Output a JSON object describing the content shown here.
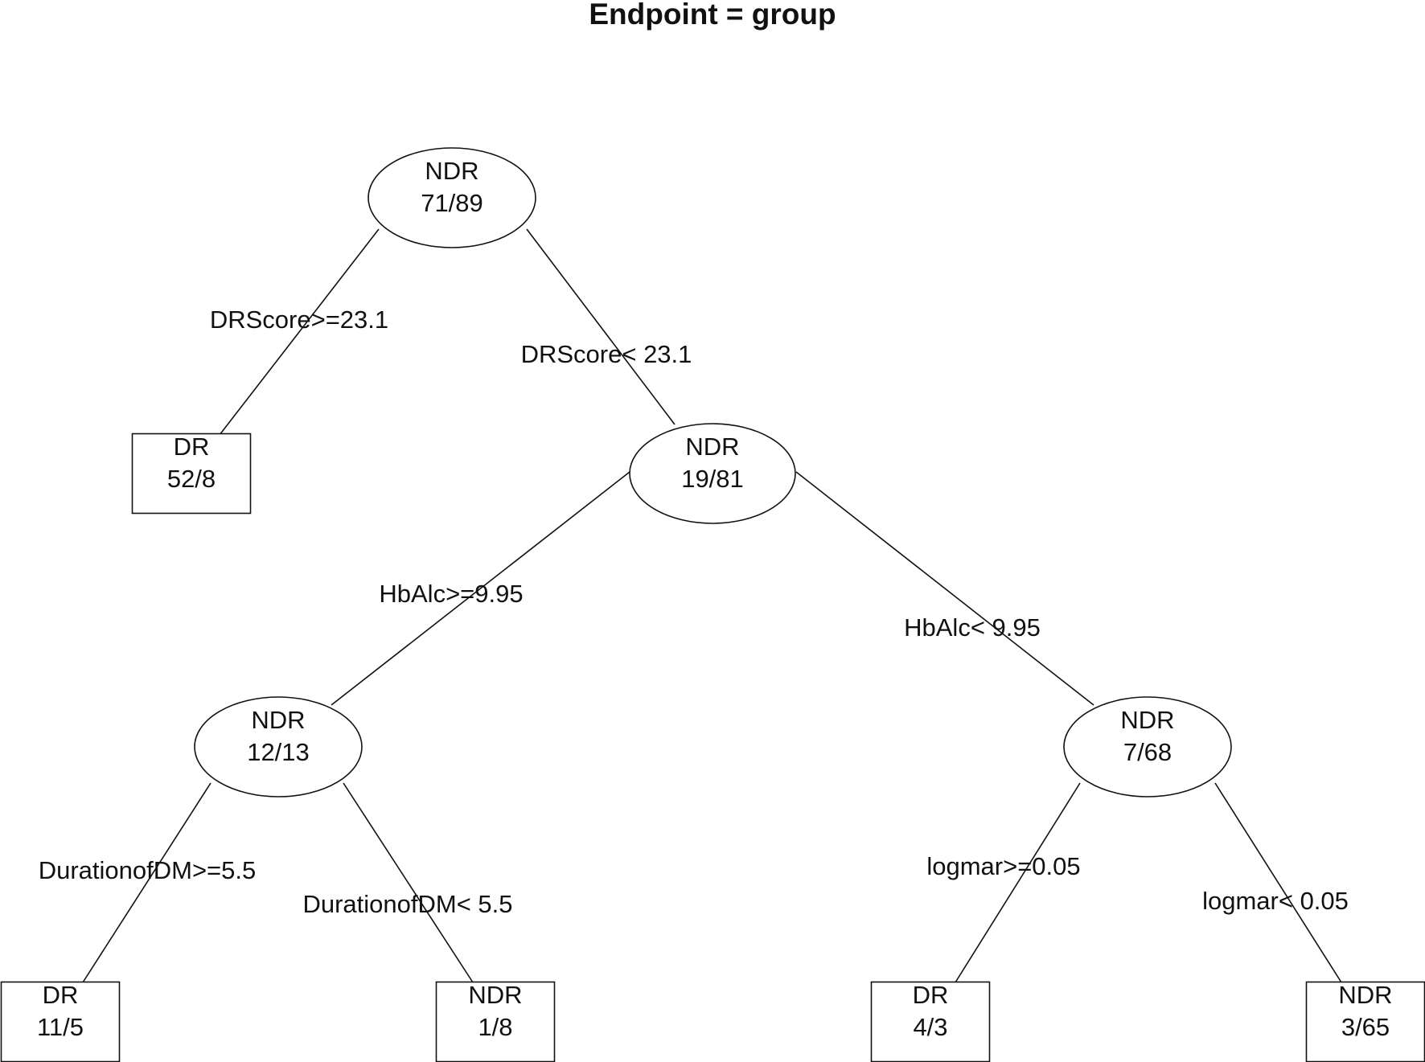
{
  "title": "Endpoint = group",
  "nodes": [
    {
      "id": "root",
      "shape": "ellipse",
      "class": "NDR",
      "counts": "71/89"
    },
    {
      "id": "leaf_dr_1",
      "shape": "rect",
      "class": "DR",
      "counts": "52/8"
    },
    {
      "id": "n2",
      "shape": "ellipse",
      "class": "NDR",
      "counts": "19/81"
    },
    {
      "id": "n3",
      "shape": "ellipse",
      "class": "NDR",
      "counts": "12/13"
    },
    {
      "id": "n4",
      "shape": "ellipse",
      "class": "NDR",
      "counts": "7/68"
    },
    {
      "id": "leaf_dr_2",
      "shape": "rect",
      "class": "DR",
      "counts": "11/5"
    },
    {
      "id": "leaf_ndr_1",
      "shape": "rect",
      "class": "NDR",
      "counts": "1/8"
    },
    {
      "id": "leaf_dr_3",
      "shape": "rect",
      "class": "DR",
      "counts": "4/3"
    },
    {
      "id": "leaf_ndr_2",
      "shape": "rect",
      "class": "NDR",
      "counts": "3/65"
    }
  ],
  "edges": [
    {
      "from": "root",
      "to": "leaf_dr_1",
      "label": "DRScore>=23.1"
    },
    {
      "from": "root",
      "to": "n2",
      "label": "DRScore< 23.1"
    },
    {
      "from": "n2",
      "to": "n3",
      "label": "HbAlc>=9.95"
    },
    {
      "from": "n2",
      "to": "n4",
      "label": "HbAlc< 9.95"
    },
    {
      "from": "n3",
      "to": "leaf_dr_2",
      "label": "DurationofDM>=5.5"
    },
    {
      "from": "n3",
      "to": "leaf_ndr_1",
      "label": "DurationofDM< 5.5"
    },
    {
      "from": "n4",
      "to": "leaf_dr_3",
      "label": "logmar>=0.05"
    },
    {
      "from": "n4",
      "to": "leaf_ndr_2",
      "label": "logmar< 0.05"
    }
  ]
}
